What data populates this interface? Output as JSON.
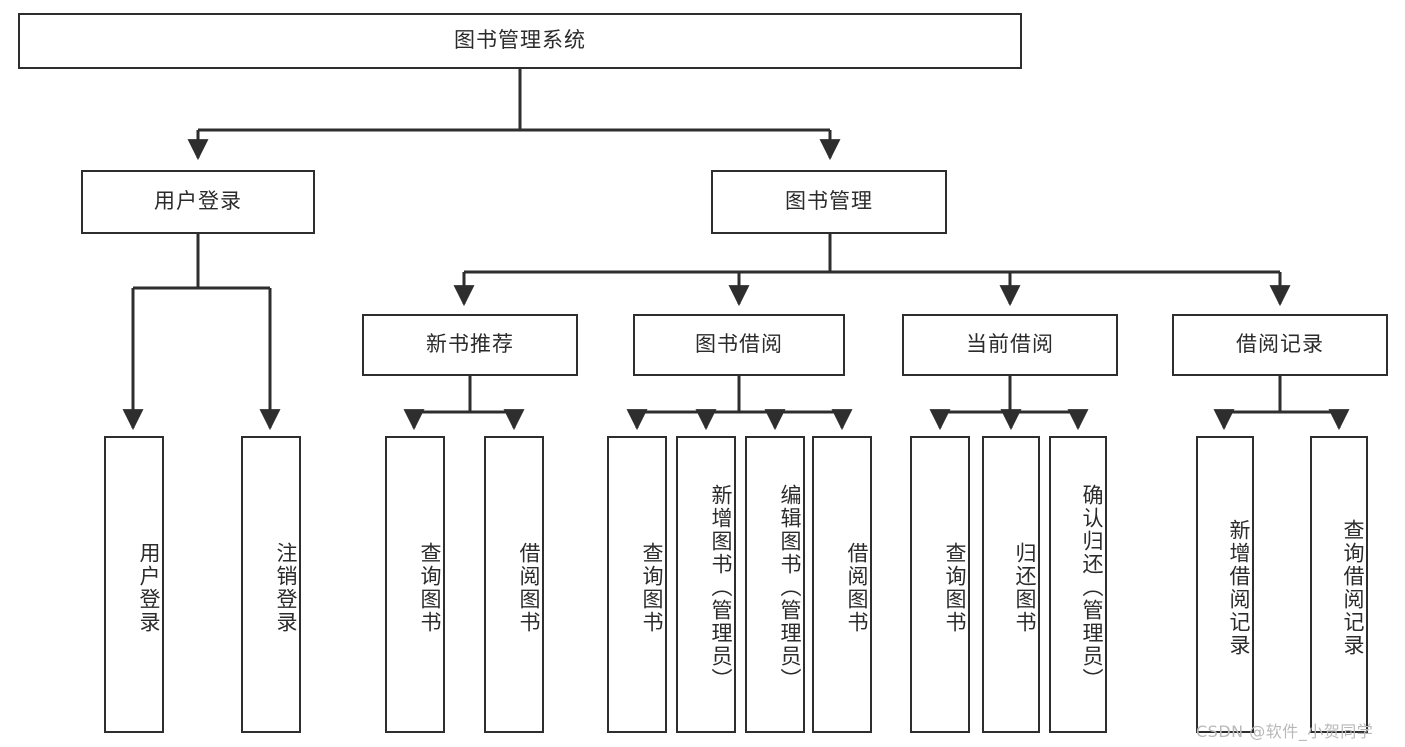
{
  "diagram": {
    "title": "图书管理系统",
    "type": "tree-hierarchy",
    "root": {
      "label": "图书管理系统"
    },
    "level2": [
      {
        "label": "用户登录"
      },
      {
        "label": "图书管理"
      }
    ],
    "level3": [
      {
        "label": "新书推荐"
      },
      {
        "label": "图书借阅"
      },
      {
        "label": "当前借阅"
      },
      {
        "label": "借阅记录"
      }
    ],
    "leaves": {
      "user_login": [
        {
          "label": "用户登录"
        },
        {
          "label": "注销登录"
        }
      ],
      "new_book_recommend": [
        {
          "label": "查询图书"
        },
        {
          "label": "借阅图书"
        }
      ],
      "book_borrow": [
        {
          "label": "查询图书"
        },
        {
          "label": "新增图书（管理员）"
        },
        {
          "label": "编辑图书（管理员）"
        },
        {
          "label": "借阅图书"
        }
      ],
      "current_borrow": [
        {
          "label": "查询图书"
        },
        {
          "label": "归还图书"
        },
        {
          "label": "确认归还（管理员）"
        }
      ],
      "borrow_record": [
        {
          "label": "新增借阅记录"
        },
        {
          "label": "查询借阅记录"
        }
      ]
    },
    "watermark": "CSDN @软件_小贺同学",
    "colors": {
      "stroke": "#2e2e2e",
      "fill": "#ffffff",
      "text": "#2b2b2b",
      "watermark": "#b9b9b9"
    }
  }
}
